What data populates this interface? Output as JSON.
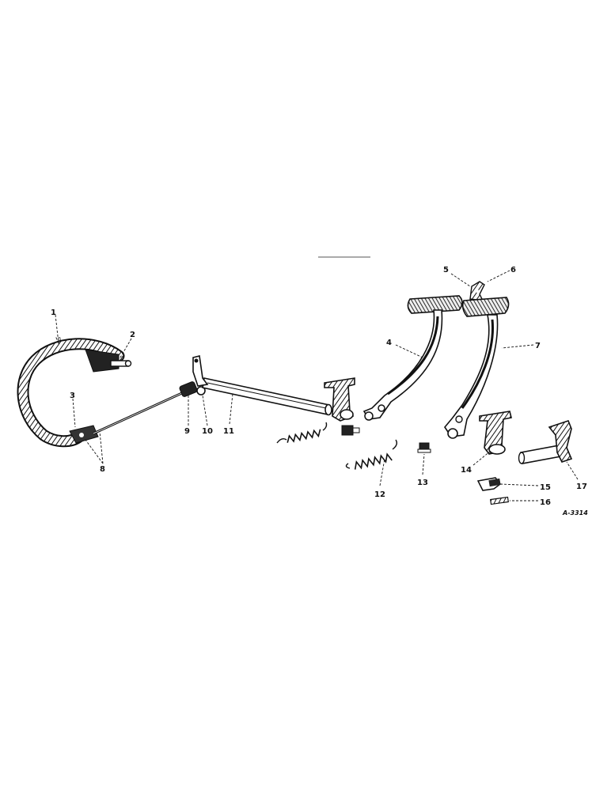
{
  "diagram": {
    "reference_code": "A-3314",
    "callouts": [
      {
        "id": "1",
        "text": "1"
      },
      {
        "id": "2",
        "text": "2"
      },
      {
        "id": "3",
        "text": "3"
      },
      {
        "id": "4",
        "text": "4"
      },
      {
        "id": "5",
        "text": "5"
      },
      {
        "id": "6",
        "text": "6"
      },
      {
        "id": "7",
        "text": "7"
      },
      {
        "id": "8",
        "text": "8"
      },
      {
        "id": "9",
        "text": "9"
      },
      {
        "id": "10",
        "text": "10"
      },
      {
        "id": "11",
        "text": "11"
      },
      {
        "id": "12",
        "text": "12"
      },
      {
        "id": "13",
        "text": "13"
      },
      {
        "id": "14",
        "text": "14"
      },
      {
        "id": "15",
        "text": "15"
      },
      {
        "id": "16",
        "text": "16"
      },
      {
        "id": "17",
        "text": "17"
      }
    ]
  }
}
